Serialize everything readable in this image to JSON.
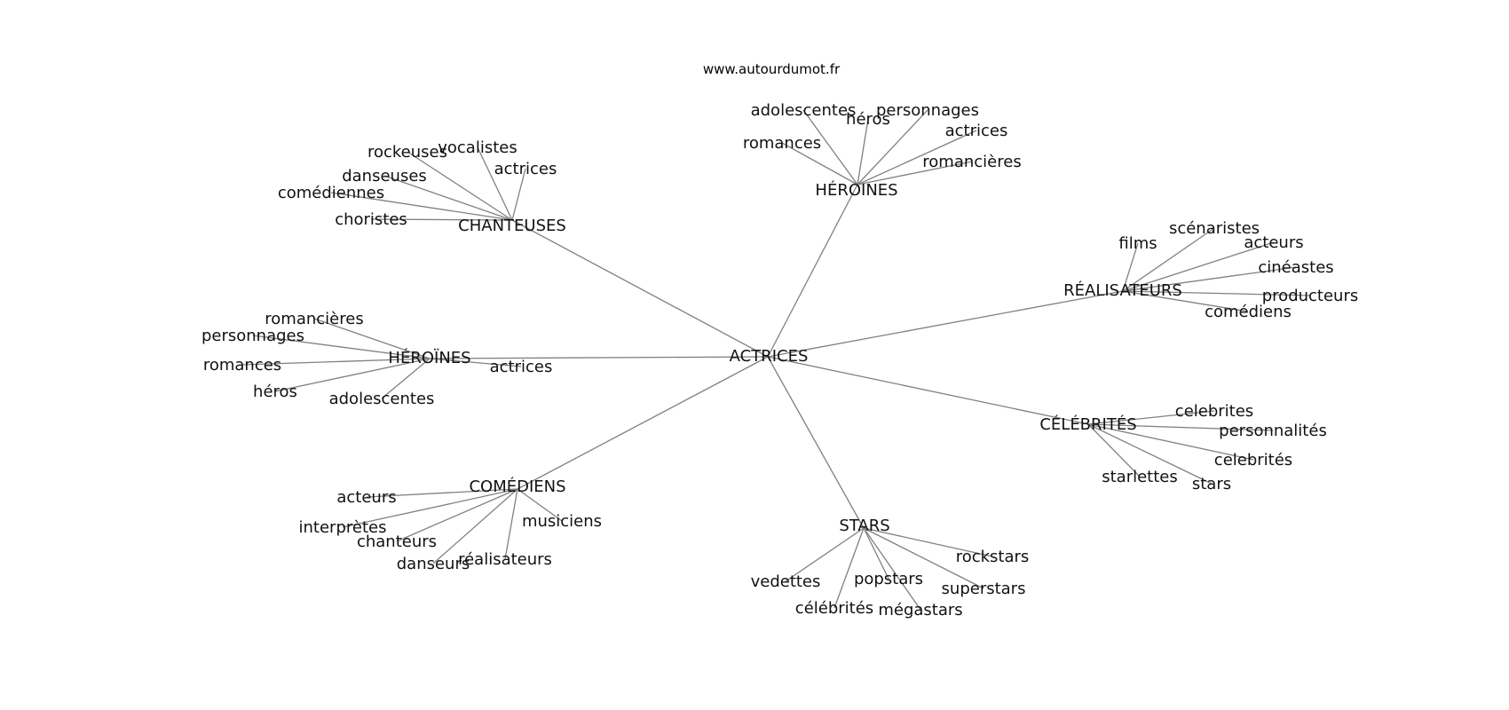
{
  "watermark": "www.autourdumot.fr",
  "center": "ACTRICES",
  "clusters": [
    {
      "label": "CHANTEUSES",
      "words": [
        "rockeuses",
        "vocalistes",
        "danseuses",
        "actrices",
        "comédiennes",
        "choristes"
      ]
    },
    {
      "label": "HÉROINES",
      "words": [
        "adolescentes",
        "héros",
        "personnages",
        "actrices",
        "romances",
        "romancières"
      ]
    },
    {
      "label": "RÉALISATEURS",
      "words": [
        "films",
        "scénaristes",
        "acteurs",
        "cinéastes",
        "producteurs",
        "comédiens"
      ]
    },
    {
      "label": "HÉROÏNES",
      "words": [
        "romancières",
        "personnages",
        "romances",
        "héros",
        "adolescentes",
        "actrices"
      ]
    },
    {
      "label": "CÉLÉBRITÉS",
      "words": [
        "celebrites",
        "personnalités",
        "celebrités",
        "starlettes",
        "stars"
      ]
    },
    {
      "label": "COMÉDIENS",
      "words": [
        "acteurs",
        "interprètes",
        "chanteurs",
        "danseurs",
        "réalisateurs",
        "musiciens"
      ]
    },
    {
      "label": "STARS",
      "words": [
        "rockstars",
        "vedettes",
        "popstars",
        "superstars",
        "célébrités",
        "mégastars"
      ]
    }
  ]
}
